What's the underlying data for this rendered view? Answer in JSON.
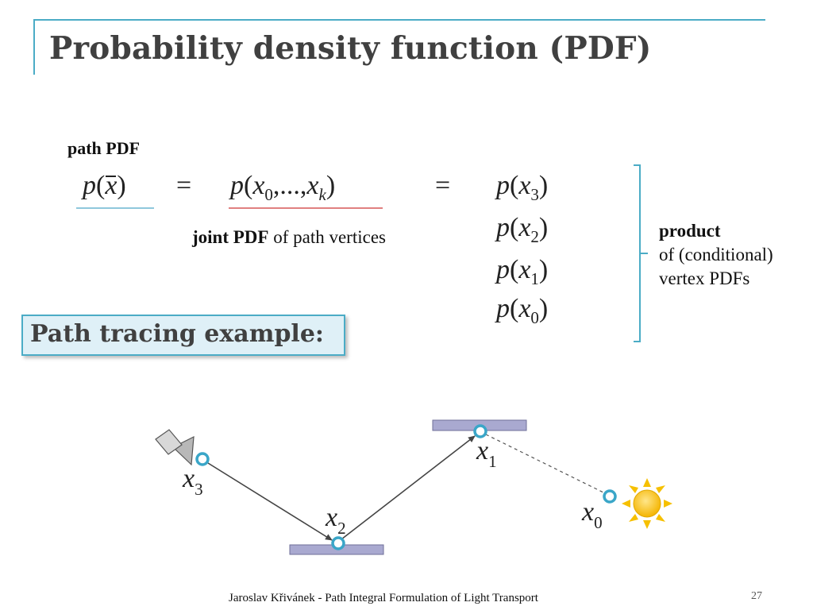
{
  "slide": {
    "title": "Probability density function (PDF)",
    "path_pdf_label": "path PDF",
    "joint_bold": "joint PDF",
    "joint_rest": " of path vertices",
    "product_bold": "product",
    "product_line2": "of (conditional)",
    "product_line3": "vertex PDFs",
    "example_label": "Path tracing example:",
    "footer": "Jaroslav Křivánek - Path Integral Formulation of Light Transport",
    "page_number": "27"
  },
  "equation": {
    "lhs_p": "p",
    "lhs_var": "x",
    "equals": "=",
    "joint_p": "p",
    "joint_x0": "x",
    "joint_sub0": "0",
    "joint_dots": ",...,",
    "joint_xk": "x",
    "joint_subk": "k",
    "factors": [
      {
        "p": "p",
        "x": "x",
        "sub": "3"
      },
      {
        "p": "p",
        "x": "x",
        "sub": "2"
      },
      {
        "p": "p",
        "x": "x",
        "sub": "1"
      },
      {
        "p": "p",
        "x": "x",
        "sub": "0"
      }
    ]
  },
  "diagram": {
    "vertices": [
      {
        "name": "x",
        "sub": "3"
      },
      {
        "name": "x",
        "sub": "2"
      },
      {
        "name": "x",
        "sub": "1"
      },
      {
        "name": "x",
        "sub": "0"
      }
    ],
    "colors": {
      "vertex_stroke": "#3aa6c8",
      "surface_fill": "#a9a9d0",
      "sun_fill": "#f6c000",
      "bracket": "#4bacc6"
    },
    "icons": [
      "camera-icon",
      "sun-icon"
    ]
  }
}
